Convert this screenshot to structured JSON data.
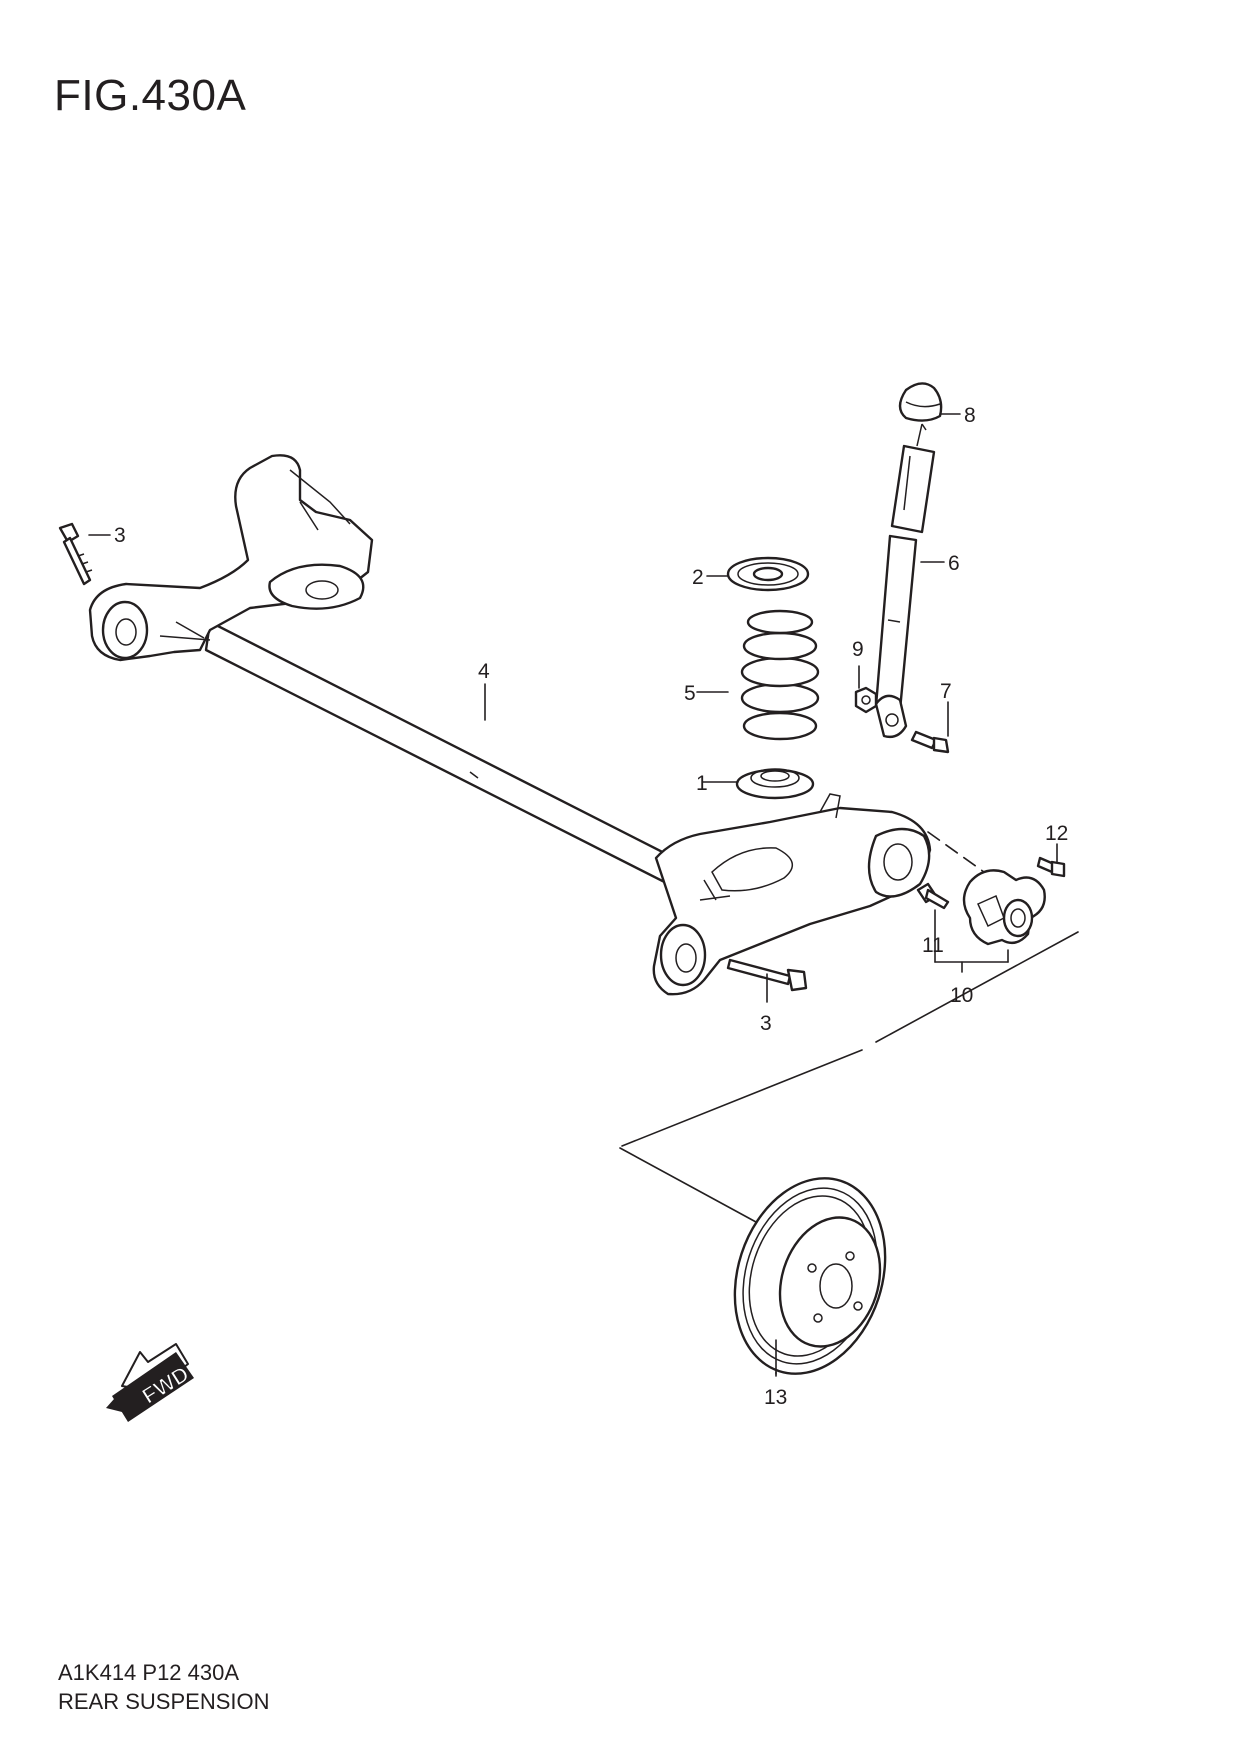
{
  "figure": {
    "title": "FIG.430A"
  },
  "footer": {
    "code": "A1K414 P12 430A",
    "name": "REAR SUSPENSION"
  },
  "fwd_indicator": {
    "label": "FWD"
  },
  "callouts": {
    "c1": "1",
    "c2": "2",
    "c3a": "3",
    "c3b": "3",
    "c4": "4",
    "c5": "5",
    "c6": "6",
    "c7": "7",
    "c8": "8",
    "c9": "9",
    "c10": "10",
    "c11": "11",
    "c12": "12",
    "c13": "13"
  }
}
